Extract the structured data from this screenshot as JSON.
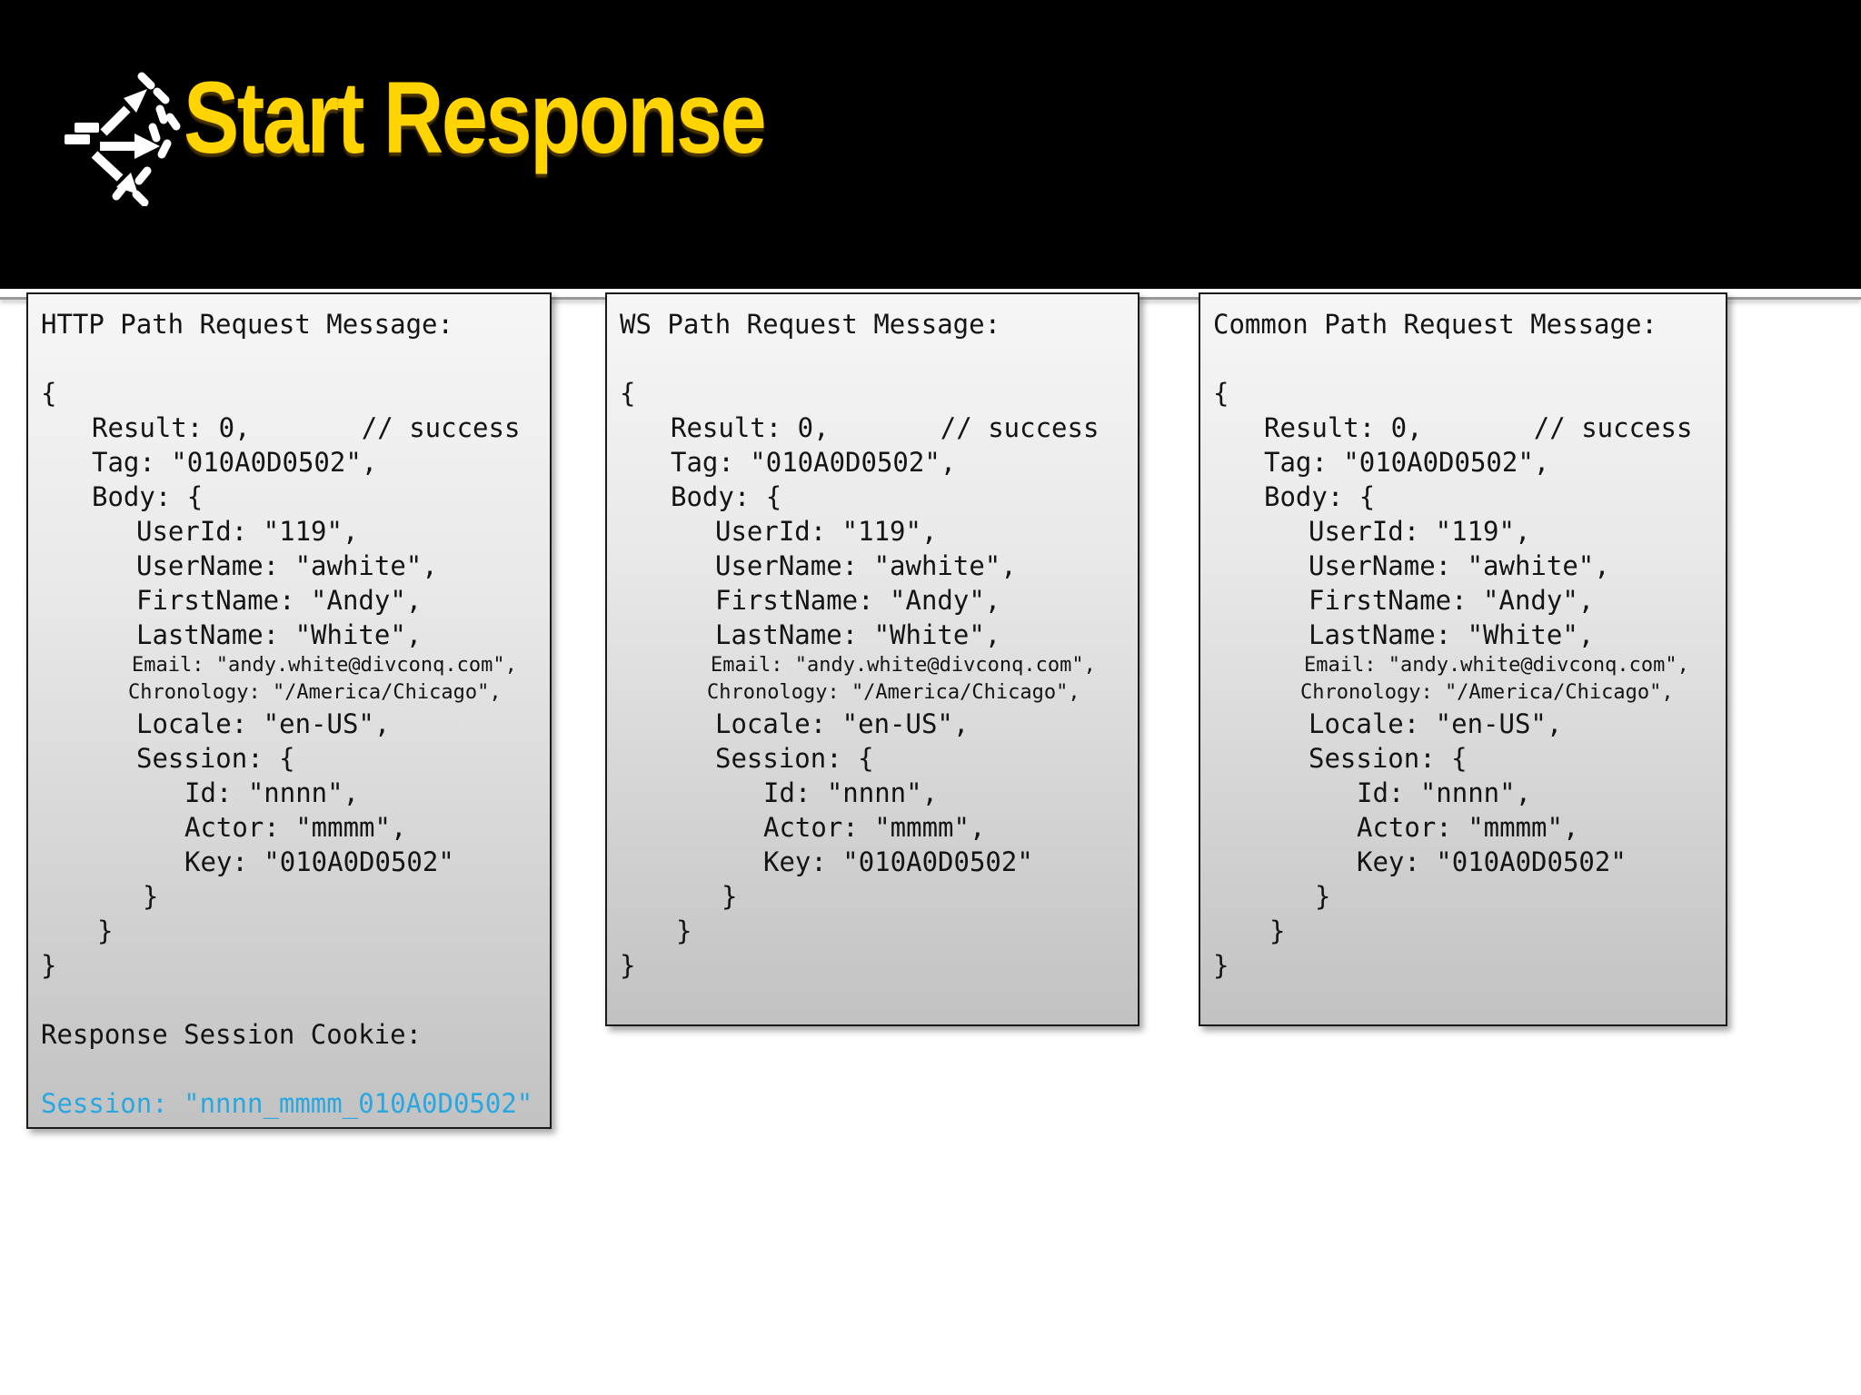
{
  "header": {
    "title": "Start Response",
    "title_color": "#ffd400",
    "bg": "#000000",
    "icon": "scatter-arrows-icon"
  },
  "colors": {
    "box_border": "#1a1a1a",
    "box_bg_top": "#f6f6f6",
    "box_bg_bottom": "#c2c2c2",
    "code_text": "#141414",
    "session_cookie_blue": "#2aa7e0",
    "divider_gray": "#9a9a9a"
  },
  "boxes": [
    {
      "title": "HTTP Path Request Message:",
      "lines": [
        {
          "t": "{",
          "s": "lg",
          "i": 0
        },
        {
          "t": "Result: 0,       // success",
          "s": "lg",
          "i": 56
        },
        {
          "t": "Tag: \"010A0D0502\",",
          "s": "lg",
          "i": 56
        },
        {
          "t": "Body: {",
          "s": "lg",
          "i": 56
        },
        {
          "t": "UserId: \"119\",",
          "s": "lg",
          "i": 105
        },
        {
          "t": "UserName: \"awhite\",",
          "s": "lg",
          "i": 105
        },
        {
          "t": "FirstName: \"Andy\",",
          "s": "lg",
          "i": 105
        },
        {
          "t": "LastName: \"White\",",
          "s": "lg",
          "i": 105
        },
        {
          "t": "Email: \"andy.white@divconq.com\",",
          "s": "sm",
          "i": 100
        },
        {
          "t": "Chronology: \"/America/Chicago\",",
          "s": "sm",
          "i": 96
        },
        {
          "t": "Locale: \"en-US\",",
          "s": "lg",
          "i": 105
        },
        {
          "t": "Session: {",
          "s": "lg",
          "i": 105
        },
        {
          "t": "Id: \"nnnn\",",
          "s": "lg",
          "i": 158
        },
        {
          "t": "Actor: \"mmmm\",",
          "s": "lg",
          "i": 158
        },
        {
          "t": "Key: \"010A0D0502\"",
          "s": "lg",
          "i": 158
        },
        {
          "t": "}",
          "s": "lg",
          "i": 112
        },
        {
          "t": "}",
          "s": "lg",
          "i": 62
        },
        {
          "t": "}",
          "s": "lg",
          "i": 0
        }
      ],
      "footer_heading": "Response Session Cookie:",
      "cookie_line": "Session: \"nnnn_mmmm_010A0D0502\""
    },
    {
      "title": "WS Path Request Message:",
      "lines": [
        {
          "t": "{",
          "s": "lg",
          "i": 0
        },
        {
          "t": "Result: 0,       // success",
          "s": "lg",
          "i": 56
        },
        {
          "t": "Tag: \"010A0D0502\",",
          "s": "lg",
          "i": 56
        },
        {
          "t": "Body: {",
          "s": "lg",
          "i": 56
        },
        {
          "t": "UserId: \"119\",",
          "s": "lg",
          "i": 105
        },
        {
          "t": "UserName: \"awhite\",",
          "s": "lg",
          "i": 105
        },
        {
          "t": "FirstName: \"Andy\",",
          "s": "lg",
          "i": 105
        },
        {
          "t": "LastName: \"White\",",
          "s": "lg",
          "i": 105
        },
        {
          "t": "Email: \"andy.white@divconq.com\",",
          "s": "sm",
          "i": 100
        },
        {
          "t": "Chronology: \"/America/Chicago\",",
          "s": "sm",
          "i": 96
        },
        {
          "t": "Locale: \"en-US\",",
          "s": "lg",
          "i": 105
        },
        {
          "t": "Session: {",
          "s": "lg",
          "i": 105
        },
        {
          "t": "Id: \"nnnn\",",
          "s": "lg",
          "i": 158
        },
        {
          "t": "Actor: \"mmmm\",",
          "s": "lg",
          "i": 158
        },
        {
          "t": "Key: \"010A0D0502\"",
          "s": "lg",
          "i": 158
        },
        {
          "t": "}",
          "s": "lg",
          "i": 112
        },
        {
          "t": "}",
          "s": "lg",
          "i": 62
        },
        {
          "t": "}",
          "s": "lg",
          "i": 0
        }
      ]
    },
    {
      "title": "Common Path Request Message:",
      "lines": [
        {
          "t": "{",
          "s": "lg",
          "i": 0
        },
        {
          "t": "Result: 0,       // success",
          "s": "lg",
          "i": 56
        },
        {
          "t": "Tag: \"010A0D0502\",",
          "s": "lg",
          "i": 56
        },
        {
          "t": "Body: {",
          "s": "lg",
          "i": 56
        },
        {
          "t": "UserId: \"119\",",
          "s": "lg",
          "i": 105
        },
        {
          "t": "UserName: \"awhite\",",
          "s": "lg",
          "i": 105
        },
        {
          "t": "FirstName: \"Andy\",",
          "s": "lg",
          "i": 105
        },
        {
          "t": "LastName: \"White\",",
          "s": "lg",
          "i": 105
        },
        {
          "t": "Email: \"andy.white@divconq.com\",",
          "s": "sm",
          "i": 100
        },
        {
          "t": "Chronology: \"/America/Chicago\",",
          "s": "sm",
          "i": 96
        },
        {
          "t": "Locale: \"en-US\",",
          "s": "lg",
          "i": 105
        },
        {
          "t": "Session: {",
          "s": "lg",
          "i": 105
        },
        {
          "t": "Id: \"nnnn\",",
          "s": "lg",
          "i": 158
        },
        {
          "t": "Actor: \"mmmm\",",
          "s": "lg",
          "i": 158
        },
        {
          "t": "Key: \"010A0D0502\"",
          "s": "lg",
          "i": 158
        },
        {
          "t": "}",
          "s": "lg",
          "i": 112
        },
        {
          "t": "}",
          "s": "lg",
          "i": 62
        },
        {
          "t": "}",
          "s": "lg",
          "i": 0
        }
      ]
    }
  ]
}
